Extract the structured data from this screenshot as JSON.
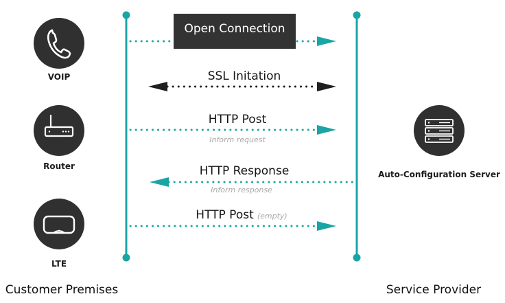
{
  "colors": {
    "teal": "#1aa5a5",
    "dark": "#1f1f1f",
    "device_circle": "#303030",
    "box_bg": "#333333",
    "sub_text": "#a9a9a9"
  },
  "devices": [
    {
      "label": "VOIP",
      "icon": "phone-icon"
    },
    {
      "label": "Router",
      "icon": "router-icon"
    },
    {
      "label": "LTE",
      "icon": "lte-modem-icon"
    }
  ],
  "server": {
    "label": "Auto-Configuration Server",
    "icon": "server-rack-icon"
  },
  "messages": [
    {
      "label": "Open Connection",
      "direction": "to-provider"
    },
    {
      "label": "SSL Initation",
      "direction": "both"
    },
    {
      "label": "HTTP Post",
      "sub": "Inform request",
      "direction": "to-provider"
    },
    {
      "label": "HTTP Response",
      "sub": "Inform response",
      "direction": "to-customer"
    },
    {
      "label": "HTTP Post",
      "paren": "(empty)",
      "direction": "to-provider"
    }
  ],
  "footer": {
    "left": "Customer Premises",
    "right": "Service Provider"
  }
}
